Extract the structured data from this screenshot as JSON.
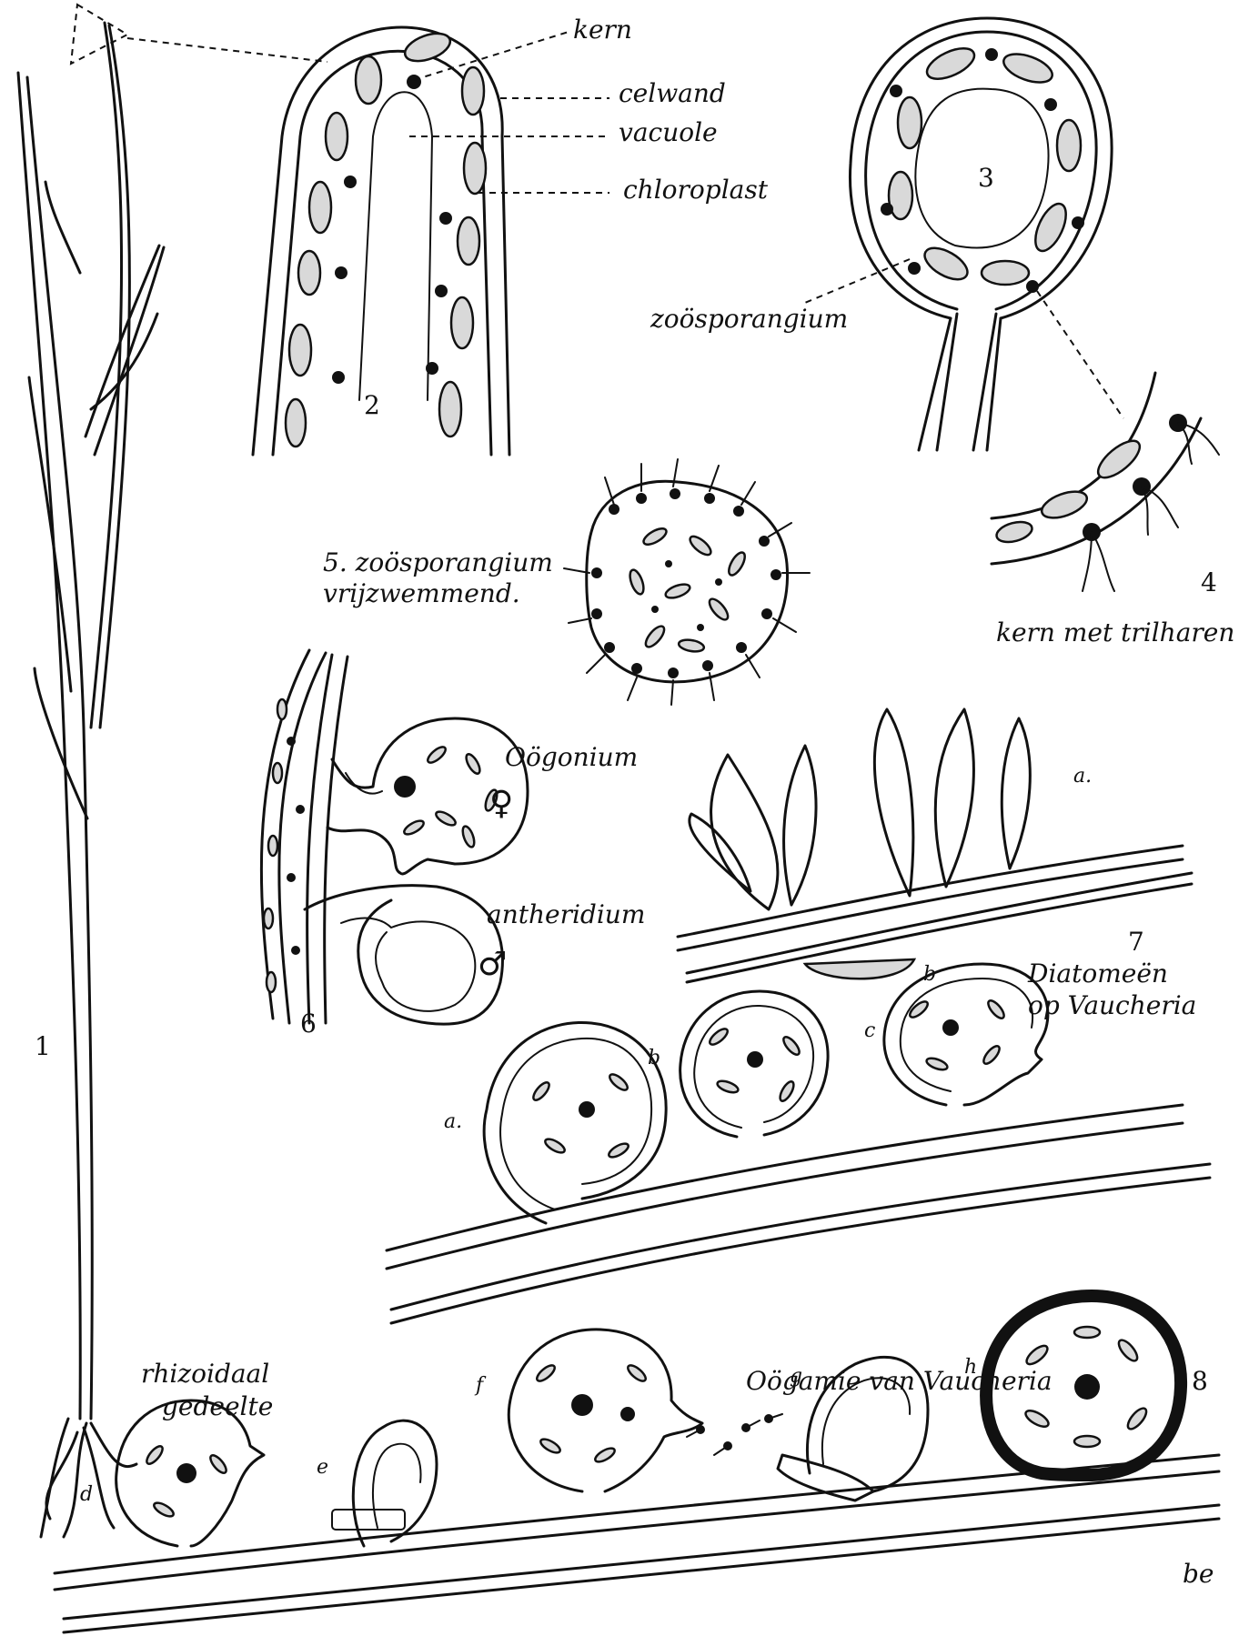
{
  "labels": {
    "kern": "kern",
    "celwand": "celwand",
    "vacuole": "vacuole",
    "chloroplast": "chloroplast",
    "zoosporangium": "zoösporangium",
    "fig5_line1": "5. zoösporangium",
    "fig5_line2": "vrijzwemmend.",
    "kern_trilharen": "kern met trilharen",
    "oogonium": "Oögonium",
    "antheridium": "antheridium",
    "diatomeen_1": "Diatomeën",
    "diatomeen_2": "op Vaucheria",
    "rhizoidaal_1": "rhizoidaal",
    "rhizoidaal_2": "gedeelte",
    "oogamie": "Oögamie van Vaucheria",
    "signature": "be"
  },
  "figure_numbers": [
    "1",
    "2",
    "3",
    "4",
    "6",
    "7",
    "8"
  ],
  "stage_letters": {
    "fig7_a": "a.",
    "fig7_b": "b",
    "a": "a.",
    "b": "b",
    "c": "c",
    "d": "d",
    "e": "e",
    "f": "f",
    "g": "g",
    "h": "h"
  },
  "symbols": {
    "female": "♀",
    "male": "♂"
  }
}
